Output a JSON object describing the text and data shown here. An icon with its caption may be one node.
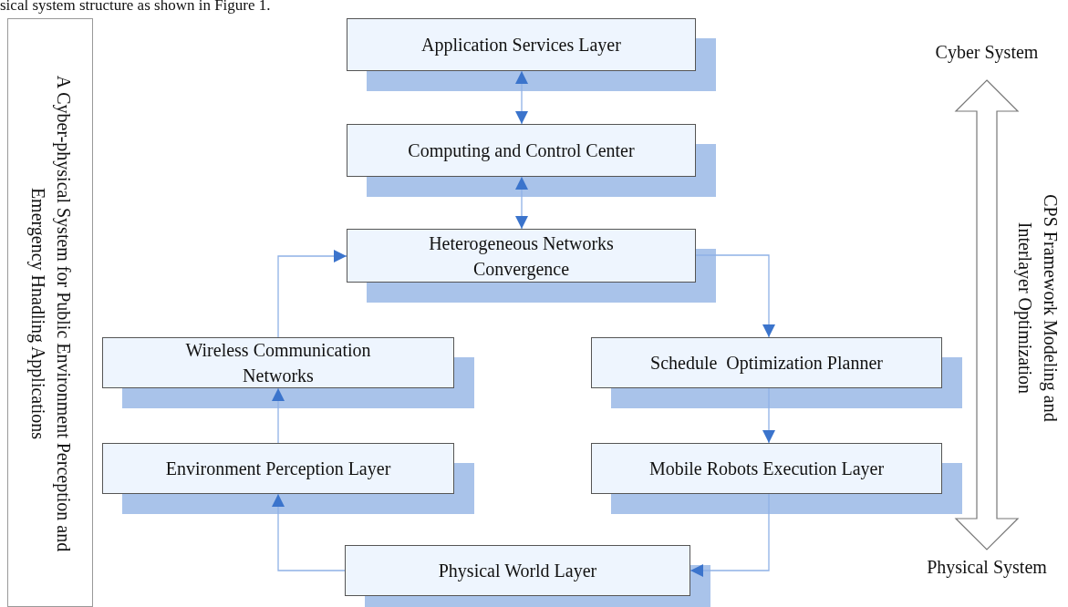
{
  "diagram": {
    "nodes": [
      {
        "text": [
          "A Cyber-physical System for Public Environment Perception and Emergency Hnadling Applications"
        ]
      },
      {
        "text": [
          "Application Services Layer"
        ]
      },
      {
        "text": [
          "Computing and Control Center"
        ]
      },
      {
        "text": [
          "Heterogeneous Networks Convergence"
        ]
      },
      {
        "text": [
          "Wireless Communication Networks"
        ]
      },
      {
        "text": [
          "Schedule  Optimization Planner"
        ]
      },
      {
        "text": [
          "Environment Perception Layer"
        ]
      },
      {
        "text": [
          "Mobile Robots Execution Layer"
        ]
      },
      {
        "text": [
          "Physical World Layer"
        ]
      }
    ],
    "edges": [
      {
        "from": 1,
        "to": 2,
        "arrow": "both"
      },
      {
        "from": 2,
        "to": 3,
        "arrow": "both"
      },
      {
        "from": 4,
        "to": 3,
        "arrow": "to"
      },
      {
        "from": 3,
        "to": 5,
        "arrow": "to"
      },
      {
        "from": 5,
        "to": 7,
        "arrow": "to"
      },
      {
        "from": 7,
        "to": 8,
        "arrow": "to"
      },
      {
        "from": 8,
        "to": 6,
        "arrow": "to"
      },
      {
        "from": 6,
        "to": 4,
        "arrow": "to"
      }
    ],
    "labels": [
      "sical system structure as shown in Figure 1.",
      "Cyber System",
      "CPS Framework Modeling and Interlayer Optimization",
      "Physical System"
    ]
  }
}
